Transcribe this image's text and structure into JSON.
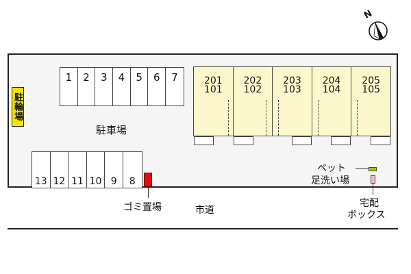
{
  "compass": {
    "label": "N"
  },
  "bicycle_parking": {
    "label": "駐輪場"
  },
  "parking": {
    "label": "駐車場",
    "top_row": [
      "1",
      "2",
      "3",
      "4",
      "5",
      "6",
      "7"
    ],
    "bottom_row": [
      "13",
      "12",
      "11",
      "10",
      "9",
      "8"
    ]
  },
  "building": {
    "units": [
      {
        "upper": "201",
        "lower": "101"
      },
      {
        "upper": "202",
        "lower": "102"
      },
      {
        "upper": "203",
        "lower": "103"
      },
      {
        "upper": "204",
        "lower": "104"
      },
      {
        "upper": "205",
        "lower": "105"
      }
    ],
    "fill_color": "#fdf7cc"
  },
  "garbage": {
    "label": "ゴミ置場",
    "color": "#e01010"
  },
  "pet_wash": {
    "label_line1": "ペット",
    "label_line2": "足洗い場",
    "color": "#9ad000"
  },
  "delivery_box": {
    "label_line1": "宅配",
    "label_line2": "ボックス",
    "color": "#f2b8c8"
  },
  "road": {
    "label": "市道"
  }
}
